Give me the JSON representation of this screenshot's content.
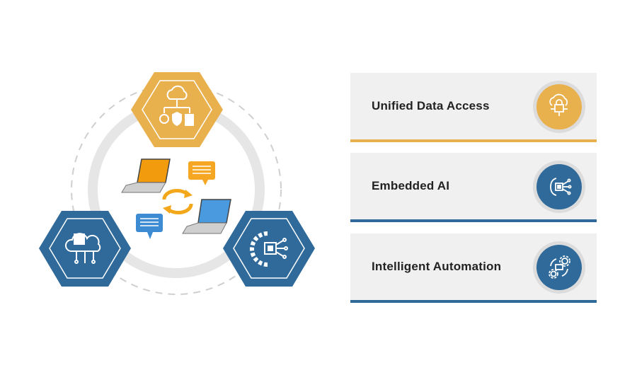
{
  "colors": {
    "gold": "#e9b04e",
    "blue": "#2f6a9a",
    "blue_dark": "#245a85",
    "card_bg": "#f0f0f0",
    "ring": "#e6e6e6",
    "dash": "#cfcfcf"
  },
  "diagram": {
    "hexagons": [
      {
        "name": "hex-top",
        "icon": "cloud-data-hub-icon",
        "color": "gold"
      },
      {
        "name": "hex-left",
        "icon": "cloud-chip-icon",
        "color": "blue"
      },
      {
        "name": "hex-right",
        "icon": "gear-chip-icon",
        "color": "blue"
      }
    ],
    "center_icons": [
      "laptop-orange-icon",
      "laptop-blue-icon",
      "sync-arrows-icon",
      "chat-bubble-orange-icon",
      "chat-bubble-blue-icon"
    ]
  },
  "cards": [
    {
      "label": "Unified Data Access",
      "icon": "cloud-lock-icon",
      "color": "gold"
    },
    {
      "label": "Embedded AI",
      "icon": "ai-brain-icon",
      "color": "blue"
    },
    {
      "label": "Intelligent Automation",
      "icon": "automation-gears-icon",
      "color": "blue"
    }
  ]
}
